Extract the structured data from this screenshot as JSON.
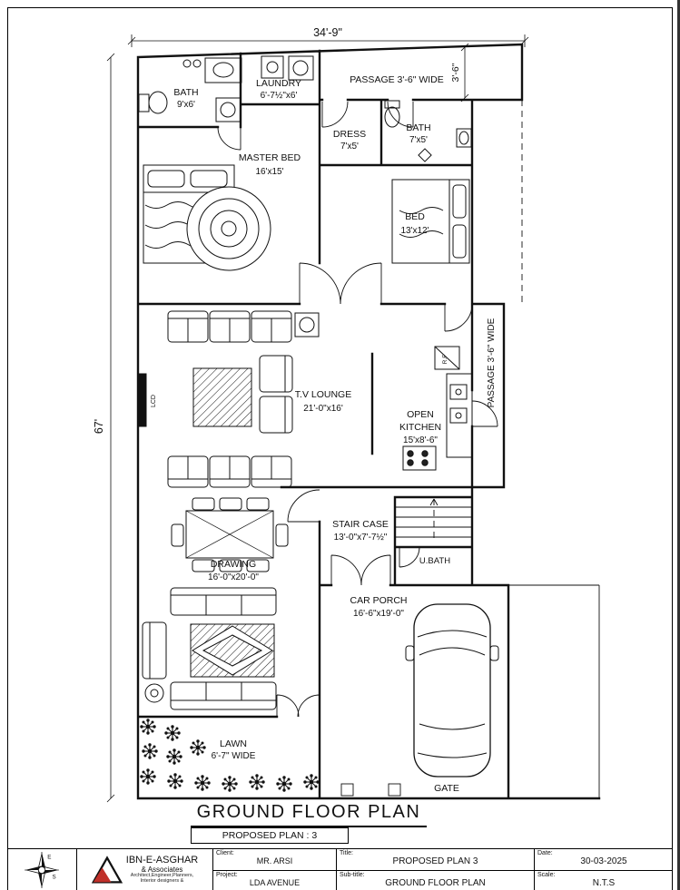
{
  "dims": {
    "width_top": "34'-9\"",
    "height_left": "67'",
    "passage_right_top": "3'-6\""
  },
  "rooms": {
    "bath1": {
      "name": "BATH",
      "size": "9'x6'"
    },
    "laundry": {
      "name": "LAUNDRY",
      "size": "6'-7½\"x6'"
    },
    "passage_top": {
      "name": "PASSAGE 3'-6\" WIDE"
    },
    "dress": {
      "name": "DRESS",
      "size": "7'x5'"
    },
    "bath2": {
      "name": "BATH",
      "size": "7'x5'"
    },
    "master_bed": {
      "name": "MASTER BED",
      "size": "16'x15'"
    },
    "bed": {
      "name": "BED",
      "size": "13'x12'"
    },
    "tv_lounge": {
      "name": "T.V LOUNGE",
      "size": "21'-0\"x16'"
    },
    "kitchen": {
      "name1": "OPEN",
      "name2": "KITCHEN",
      "size": "15'x8'-6\""
    },
    "passage_right": {
      "name": "PASSAGE 3'-6\" WIDE"
    },
    "stairs": {
      "name": "STAIR CASE",
      "size": "13'-0\"x7'-7½\""
    },
    "ubath": {
      "name": "U.BATH"
    },
    "drawing": {
      "name": "DRAWING",
      "size": "16'-0\"x20'-0\""
    },
    "car_porch": {
      "name": "CAR PORCH",
      "size": "16'-6\"x19'-0\""
    },
    "lawn": {
      "name": "LAWN",
      "size": "6'-7\" WIDE"
    },
    "gate": {
      "name": "GATE"
    }
  },
  "labels": {
    "lcd": "LCD",
    "rf": "R.F"
  },
  "title": {
    "main": "GROUND FLOOR PLAN",
    "sub": "PROPOSED PLAN : 3"
  },
  "compass": {
    "e": "E",
    "s": "S"
  },
  "title_block": {
    "firm_name": "IBN-E-ASGHAR",
    "firm_sub": "& Associates",
    "firm_desc1": "Architect,Engineer,Planners,",
    "firm_desc2": "Interior designers &",
    "client_label": "Client:",
    "client_value": "MR. ARSI",
    "project_label": "Project:",
    "project_value": "LDA AVENUE",
    "title_label": "Title:",
    "title_value": "PROPOSED PLAN 3",
    "subtitle_label": "Sub-title:",
    "subtitle_value": "GROUND FLOOR PLAN",
    "date_label": "Date:",
    "date_value": "30-03-2025",
    "scale_label": "Scale:",
    "scale_value": "N.T.S"
  }
}
